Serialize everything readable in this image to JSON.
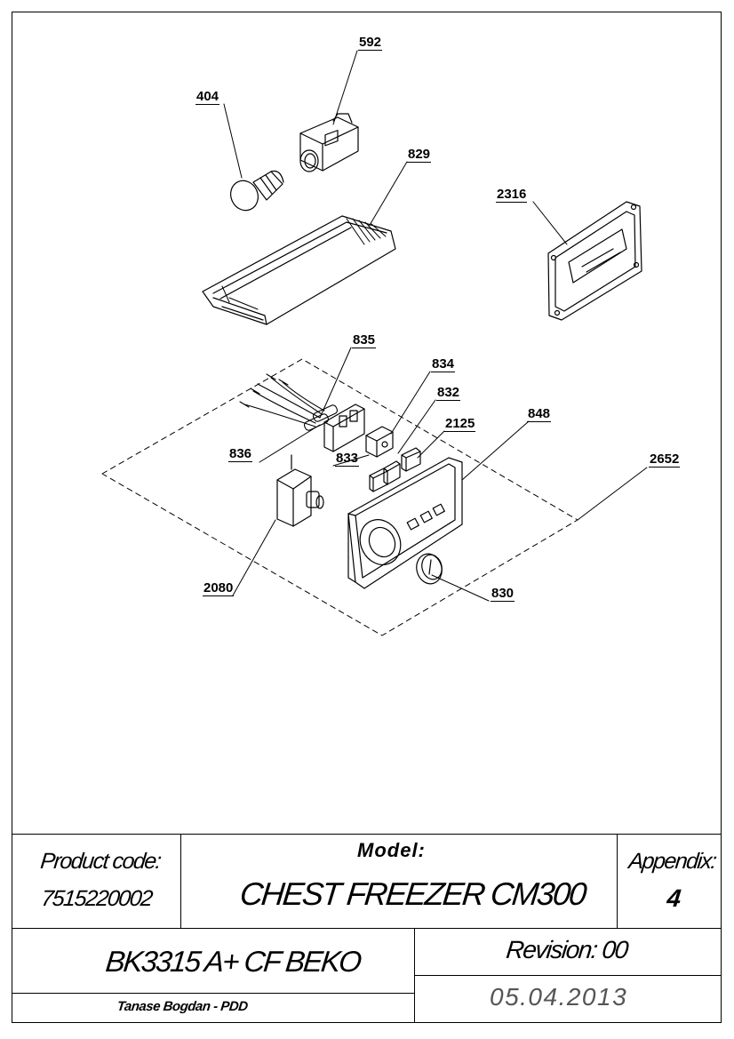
{
  "callouts": {
    "c592": "592",
    "c404": "404",
    "c829": "829",
    "c2316": "2316",
    "c835": "835",
    "c834": "834",
    "c832": "832",
    "c2125": "2125",
    "c848": "848",
    "c836": "836",
    "c833": "833",
    "c2652": "2652",
    "c2080": "2080",
    "c830": "830"
  },
  "title_block": {
    "product_code_label": "Product code:",
    "product_code": "7515220002",
    "model_label": "Model:",
    "model": "CHEST FREEZER CM300",
    "appendix_label": "Appendix:",
    "appendix": "4",
    "product_name": "BK3315 A+ CF BEKO",
    "revision": "Revision: 00",
    "author": "Tanase Bogdan - PDD",
    "date": "05.04.2013"
  }
}
